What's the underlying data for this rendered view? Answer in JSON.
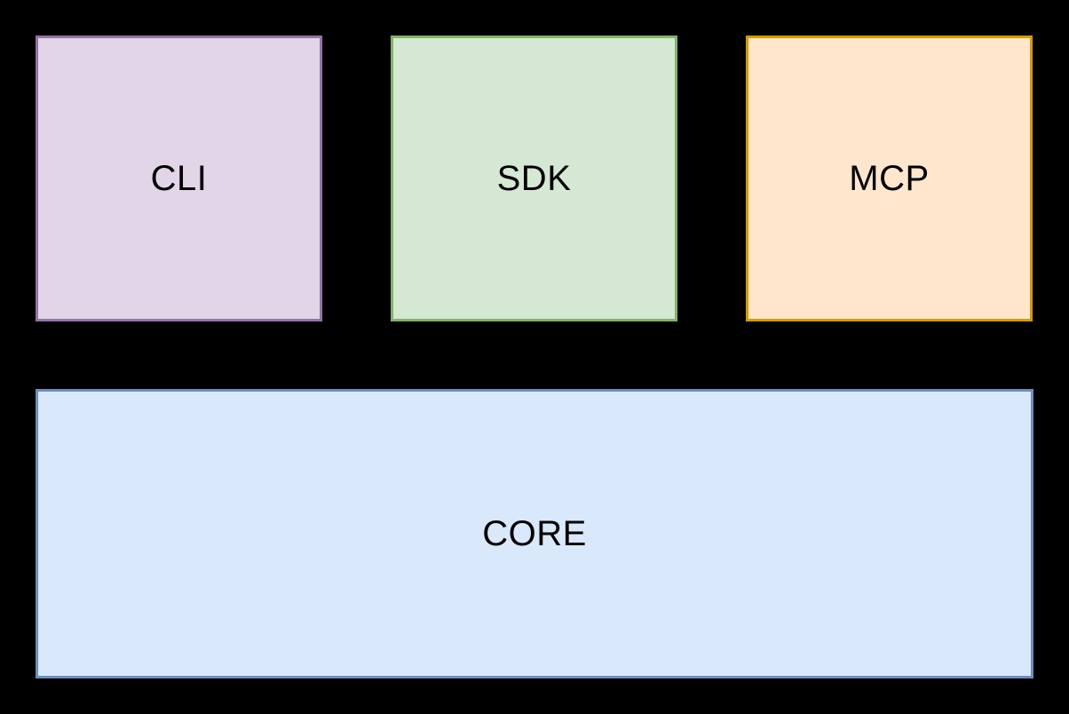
{
  "diagram": {
    "background_color": "#000000",
    "text_color": "#000000",
    "boxes": [
      {
        "id": "cli",
        "label": "CLI",
        "fill": "#e1d5e7",
        "stroke": "#9673a6"
      },
      {
        "id": "sdk",
        "label": "SDK",
        "fill": "#d5e8d4",
        "stroke": "#82b366"
      },
      {
        "id": "mcp",
        "label": "MCP",
        "fill": "#ffe6cc",
        "stroke": "#d79b00"
      },
      {
        "id": "core",
        "label": "CORE",
        "fill": "#dae8fc",
        "stroke": "#6c8ebf"
      }
    ]
  }
}
